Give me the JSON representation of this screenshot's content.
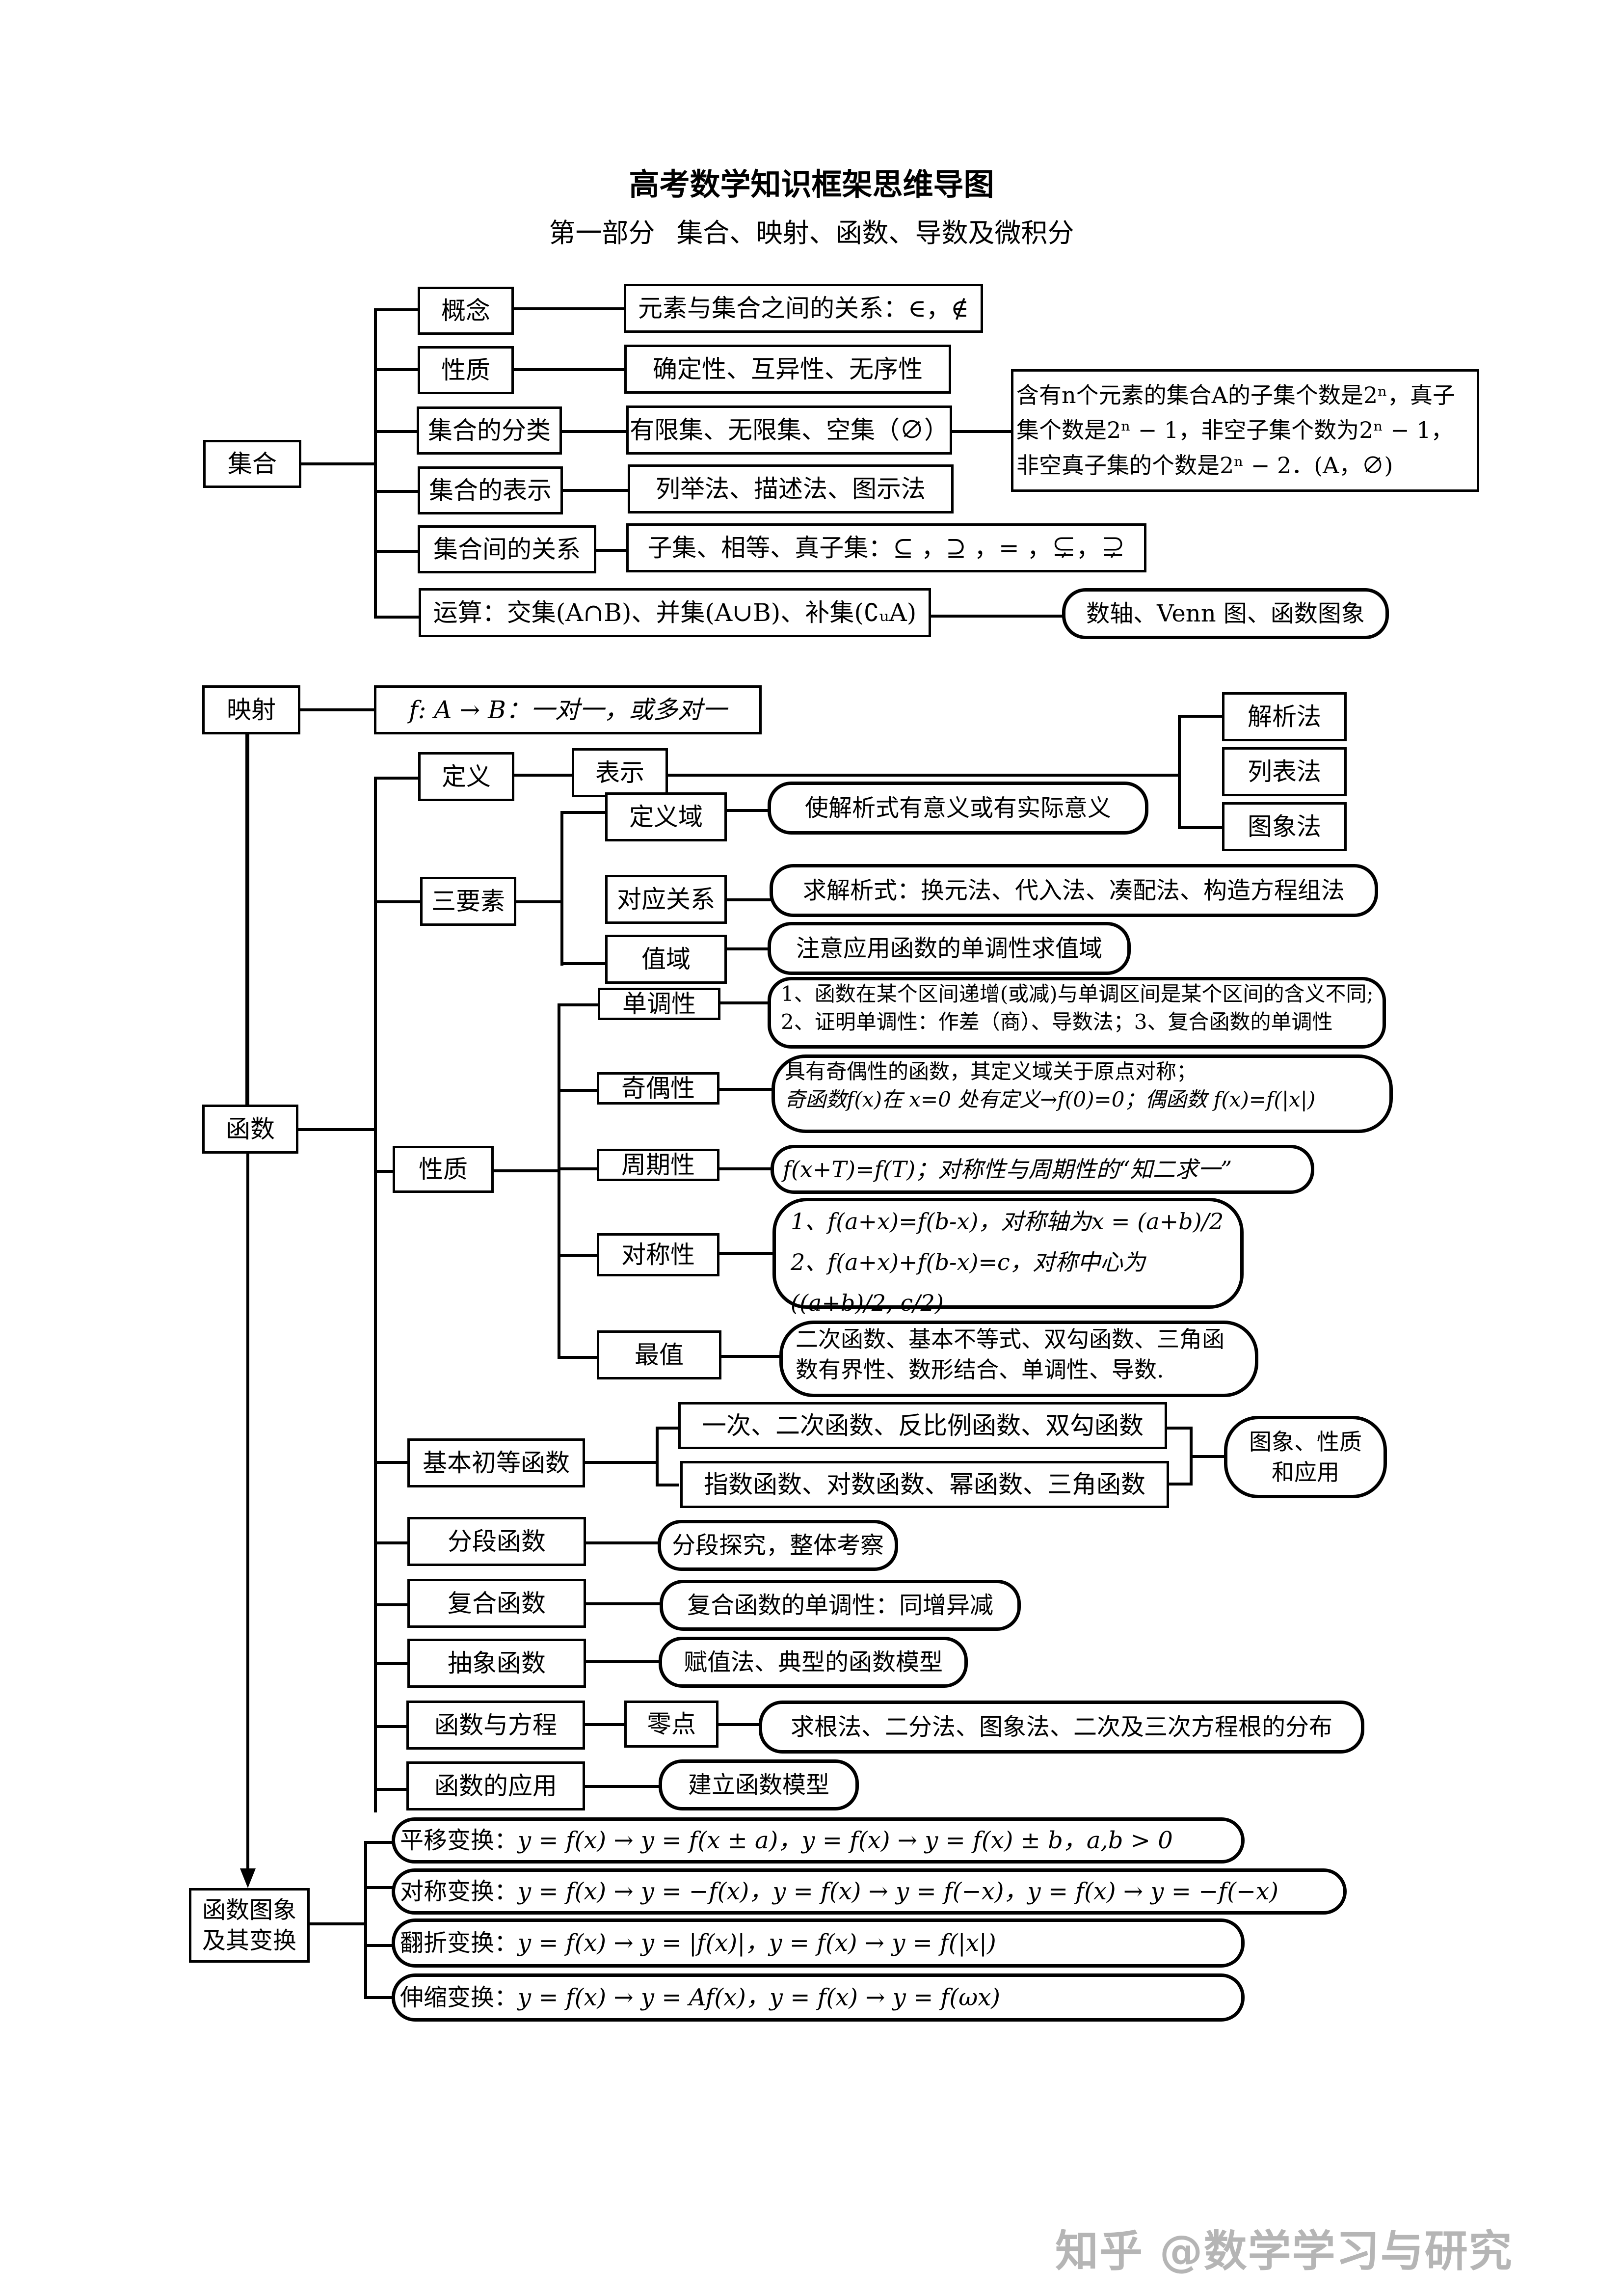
{
  "header": {
    "title": "高考数学知识框架思维导图",
    "subtitle_part": "第一部分",
    "subtitle_topic": "集合、映射、函数、导数及微积分"
  },
  "sets": {
    "root": "集合",
    "branches": [
      {
        "label": "概念",
        "detail": "元素与集合之间的关系：∈，∉"
      },
      {
        "label": "性质",
        "detail": "确定性、互异性、无序性"
      },
      {
        "label": "集合的分类",
        "detail": "有限集、无限集、空集（∅）"
      },
      {
        "label": "集合的表示",
        "detail": "列举法、描述法、图示法"
      },
      {
        "label": "集合间的关系",
        "detail": "子集、相等、真子集：⊆ ，⊇ ，= ，⊊，⊋"
      }
    ],
    "operations": "运算：交集(A∩B)、并集(A∪B)、补集(∁ᵤA)",
    "operations_tools": "数轴、Venn 图、函数图象",
    "subset_note": [
      "含有n个元素的集合A的子集个数是2ⁿ，真子",
      "集个数是2ⁿ − 1，非空子集个数为2ⁿ − 1，",
      "非空真子集的个数是2ⁿ − 2．(A，∅)"
    ]
  },
  "mapping": {
    "root": "映射",
    "detail": "f: A → B：一对一，或多对一"
  },
  "functions": {
    "root": "函数",
    "definition": {
      "label": "定义",
      "representation": "表示",
      "methods": [
        "解析法",
        "列表法",
        "图象法"
      ]
    },
    "three_elements": {
      "label": "三要素",
      "items": [
        {
          "label": "定义域",
          "detail": "使解析式有意义或有实际意义"
        },
        {
          "label": "对应关系",
          "detail": "求解析式：换元法、代入法、凑配法、构造方程组法"
        },
        {
          "label": "值域",
          "detail": "注意应用函数的单调性求值域"
        }
      ]
    },
    "properties": {
      "label": "性质",
      "items": [
        {
          "label": "单调性",
          "lines": [
            "1、函数在某个区间递增(或减)与单调区间是某个区间的含义不同;",
            "2、证明单调性：作差（商）、导数法；3、复合函数的单调性"
          ]
        },
        {
          "label": "奇偶性",
          "lines": [
            "具有奇偶性的函数，其定义域关于原点对称；",
            "奇函数f(x)在 x=0 处有定义→f(0)=0；偶函数 f(x)=f(|x|)"
          ]
        },
        {
          "label": "周期性",
          "lines": [
            "f(x+T)=f(T)；对称性与周期性的“知二求一”"
          ]
        },
        {
          "label": "对称性",
          "lines": [
            "1、f(a+x)=f(b-x)，对称轴为x = (a+b)/2",
            "2、f(a+x)+f(b-x)=c，对称中心为((a+b)/2, c/2)"
          ]
        },
        {
          "label": "最值",
          "lines": [
            "二次函数、基本不等式、双勾函数、三角函",
            "数有界性、数形结合、单调性、导数."
          ]
        }
      ]
    },
    "elementary": {
      "label": "基本初等函数",
      "groups": [
        "一次、二次函数、反比例函数、双勾函数",
        "指数函数、对数函数、幂函数、三角函数"
      ],
      "summary_lines": [
        "图象、性质",
        "和应用"
      ]
    },
    "others": [
      {
        "label": "分段函数",
        "detail": "分段探究，整体考察"
      },
      {
        "label": "复合函数",
        "detail": "复合函数的单调性：同增异减"
      },
      {
        "label": "抽象函数",
        "detail": "赋值法、典型的函数模型"
      },
      {
        "label": "函数与方程",
        "sub": "零点",
        "detail": "求根法、二分法、图象法、二次及三次方程根的分布"
      },
      {
        "label": "函数的应用",
        "detail": "建立函数模型"
      }
    ]
  },
  "graph_transform": {
    "root_lines": [
      "函数图象",
      "及其变换"
    ],
    "items": [
      {
        "label": "平移变换：",
        "formula": "y = f(x) → y = f(x ± a)，y = f(x) → y = f(x) ± b，a,b > 0"
      },
      {
        "label": "对称变换：",
        "formula": "y = f(x) → y = −f(x)，y = f(x) → y = f(−x)，y = f(x) → y = −f(−x)"
      },
      {
        "label": "翻折变换：",
        "formula": "y = f(x) → y = |f(x)|，y = f(x) → y = f(|x|)"
      },
      {
        "label": "伸缩变换：",
        "formula": "y = f(x) → y = Af(x)，y = f(x) → y = f(ωx)"
      }
    ]
  },
  "watermark": "知乎 @数学学习与研究"
}
